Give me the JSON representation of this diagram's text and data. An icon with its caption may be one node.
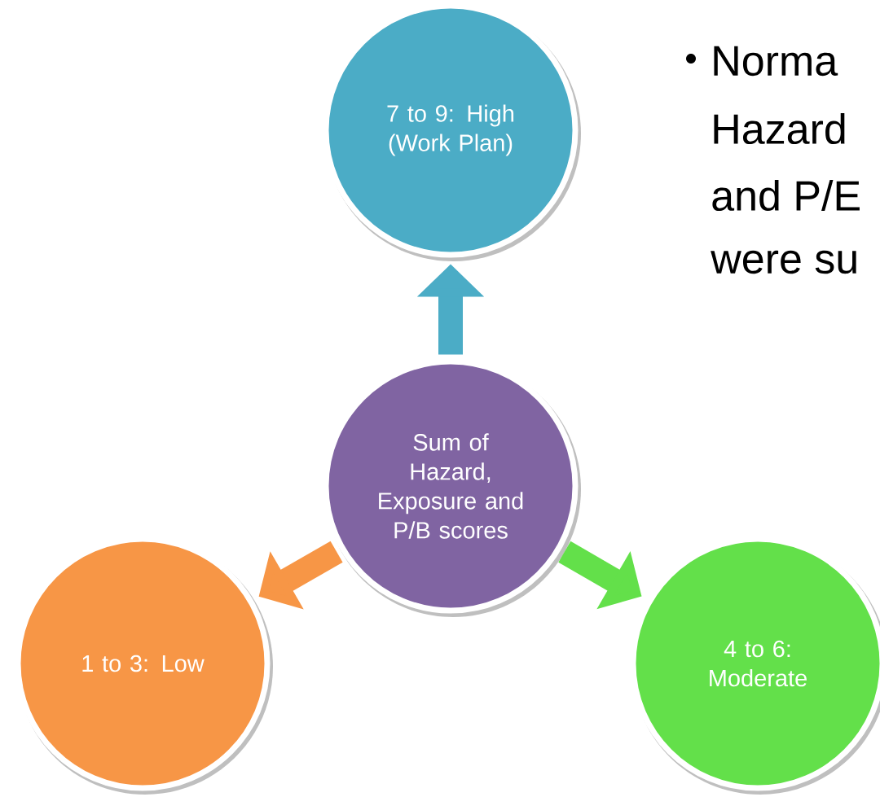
{
  "diagram": {
    "nodes": [
      {
        "text": [
          "7 to 9: High (Work Plan)"
        ]
      },
      {
        "text": [
          "Sum of Hazard, Exposure and P/B scores"
        ]
      },
      {
        "text": [
          "1 to 3: Low"
        ]
      },
      {
        "text": [
          "4 to 6: Moderate"
        ]
      }
    ],
    "edges": [
      {
        "from": 1,
        "to": 0,
        "arrow": "to",
        "color": "#4bacc6"
      },
      {
        "from": 1,
        "to": 2,
        "arrow": "to",
        "color": "#f79646"
      },
      {
        "from": 1,
        "to": 3,
        "arrow": "to",
        "color": "#63e04a"
      }
    ],
    "labels": [
      "Norma",
      "Hazard",
      "and P/E",
      "were su"
    ]
  }
}
